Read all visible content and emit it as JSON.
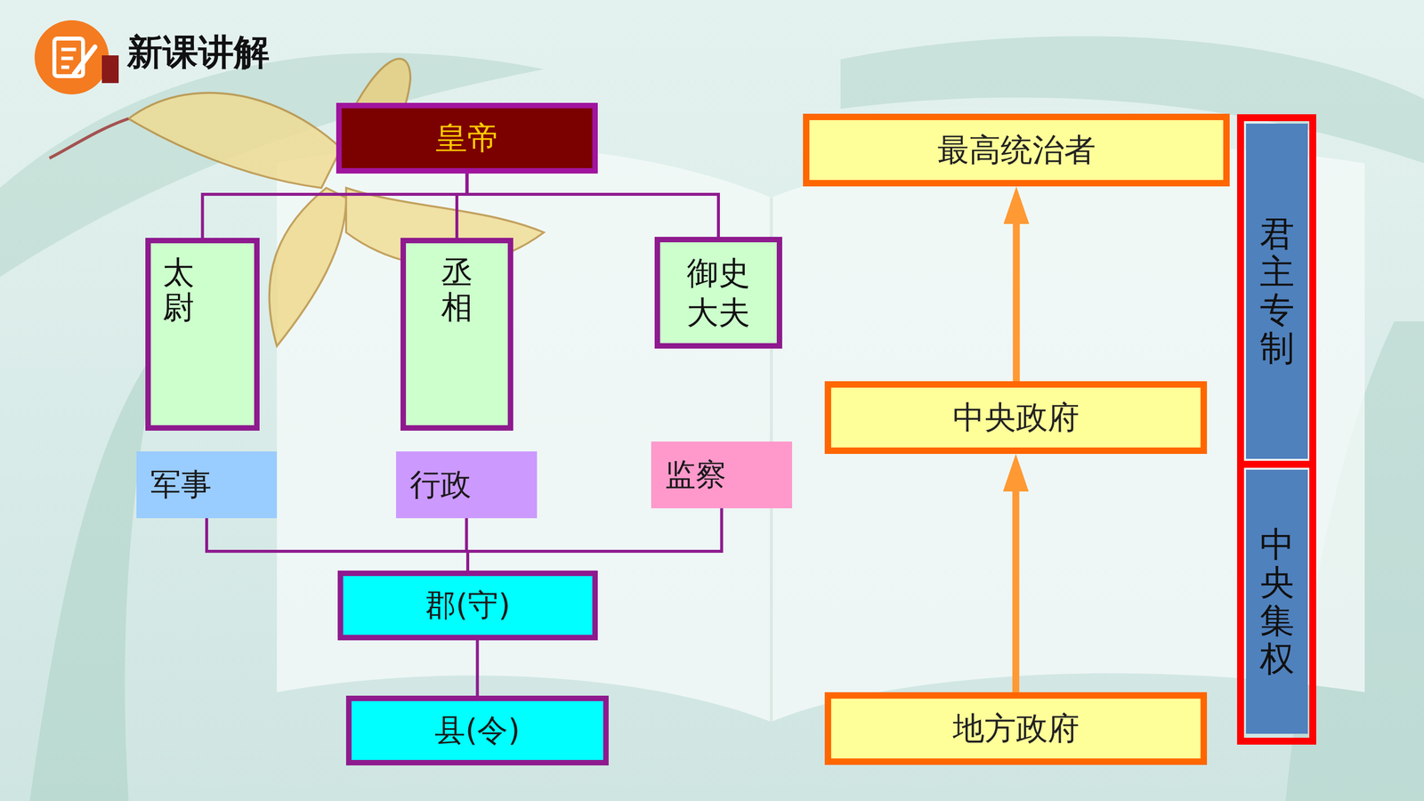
{
  "diagram": {
    "title": "新课讲解",
    "nodes": [
      {
        "text": [
          "皇帝"
        ]
      },
      {
        "text": [
          "太尉"
        ]
      },
      {
        "text": [
          "丞相"
        ]
      },
      {
        "text": [
          "御史大夫"
        ]
      },
      {
        "text": [
          "军事"
        ]
      },
      {
        "text": [
          "行政"
        ]
      },
      {
        "text": [
          "监察"
        ]
      },
      {
        "text": [
          "郡(守)"
        ]
      },
      {
        "text": [
          "县(令)"
        ]
      },
      {
        "text": [
          "最高统治者"
        ]
      },
      {
        "text": [
          "中央政府"
        ]
      },
      {
        "text": [
          "地方政府"
        ]
      },
      {
        "text": [
          "君主专制"
        ]
      },
      {
        "text": [
          "中央集权"
        ]
      }
    ],
    "edges": [
      {
        "from": 0,
        "to": 1,
        "arrow": "none"
      },
      {
        "from": 0,
        "to": 2,
        "arrow": "none"
      },
      {
        "from": 0,
        "to": 3,
        "arrow": "none"
      },
      {
        "from": 4,
        "to": 7,
        "arrow": "none"
      },
      {
        "from": 5,
        "to": 7,
        "arrow": "none"
      },
      {
        "from": 6,
        "to": 7,
        "arrow": "none"
      },
      {
        "from": 7,
        "to": 8,
        "arrow": "none"
      },
      {
        "from": 11,
        "to": 10,
        "arrow": "to"
      },
      {
        "from": 10,
        "to": 9,
        "arrow": "to"
      }
    ]
  }
}
